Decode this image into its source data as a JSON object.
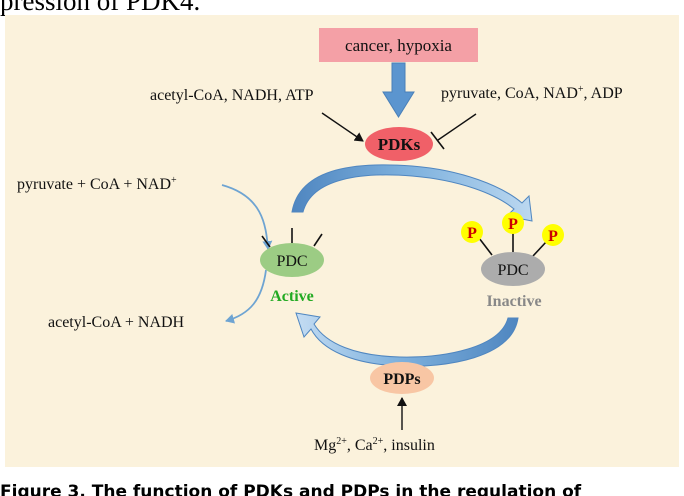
{
  "header_fragment": "pression of PDK4.",
  "stimulus": "cancer, hypoxia",
  "enzymes": {
    "kinase": "PDKs",
    "phosphatase": "PDPs",
    "complex_active": "PDC",
    "complex_inactive": "PDC"
  },
  "states": {
    "active": "Active",
    "inactive": "Inactive"
  },
  "phosphate": "P",
  "kinase_activators": "acetyl-CoA, NADH, ATP",
  "kinase_inhibitors_parts": [
    "pyruvate, CoA, NAD",
    "+",
    ", ADP"
  ],
  "substrates_parts": [
    "pyruvate + CoA + NAD",
    "+"
  ],
  "products": "acetyl-CoA + NADH",
  "phosphatase_activators_parts": [
    "Mg",
    "2+",
    ", Ca",
    "2+",
    ",  insulin"
  ],
  "caption_fragment": "Figure 3. The function of PDKs and PDPs in the regulation of",
  "colors": {
    "panel_bg": "#fbf2dc",
    "stimulus_box": "#f4a0a6",
    "pdks": "#f06068",
    "pdc_active": "#9ccc84",
    "pdc_inactive": "#acacac",
    "pdps": "#f8c6a4",
    "phosphate_fill": "#ffff00",
    "phosphate_text": "#cc0000",
    "active_text": "#22aa22",
    "inactive_text": "#888888",
    "arrow_blue": "#6ea4d2"
  }
}
